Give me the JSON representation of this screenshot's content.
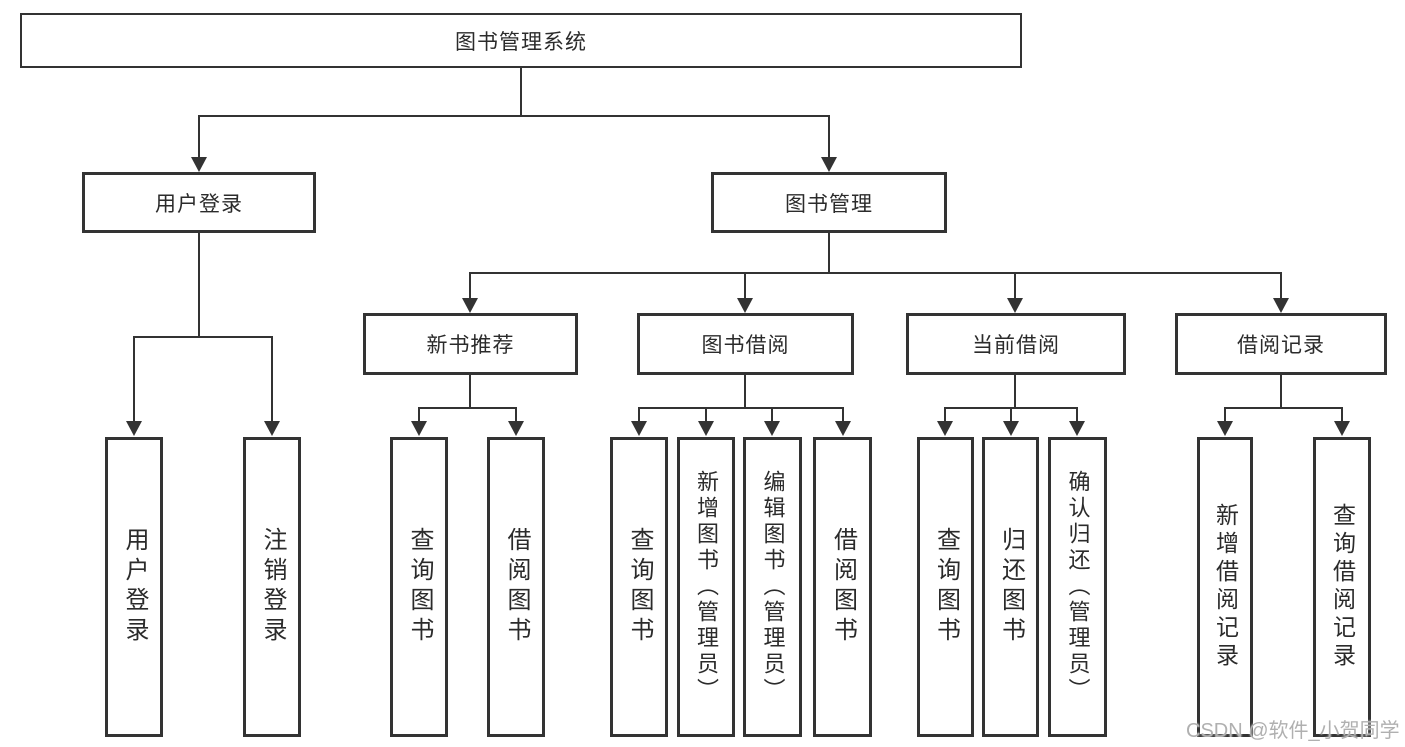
{
  "diagram": {
    "type": "tree-structure-chart",
    "root": {
      "label": "图书管理系统"
    },
    "level2": [
      {
        "id": "user-login",
        "label": "用户登录",
        "parent": "图书管理系统",
        "children": [
          "用户登录",
          "注销登录"
        ]
      },
      {
        "id": "book-management",
        "label": "图书管理",
        "parent": "图书管理系统",
        "children": [
          "新书推荐",
          "图书借阅",
          "当前借阅",
          "借阅记录"
        ]
      }
    ],
    "level3": [
      {
        "id": "new-book-recommend",
        "label": "新书推荐",
        "parent": "图书管理",
        "children": [
          "查询图书",
          "借阅图书"
        ]
      },
      {
        "id": "book-borrowing",
        "label": "图书借阅",
        "parent": "图书管理",
        "children": [
          "查询图书",
          "新增图书（管理员）",
          "编辑图书（管理员）",
          "借阅图书"
        ]
      },
      {
        "id": "current-borrowing",
        "label": "当前借阅",
        "parent": "图书管理",
        "children": [
          "查询图书",
          "归还图书",
          "确认归还（管理员）"
        ]
      },
      {
        "id": "borrowing-records",
        "label": "借阅记录",
        "parent": "图书管理",
        "children": [
          "新增借阅记录",
          "查询借阅记录"
        ]
      }
    ],
    "leaves": [
      {
        "label": "用户登录",
        "parent": "用户登录"
      },
      {
        "label": "注销登录",
        "parent": "用户登录"
      },
      {
        "label": "查询图书",
        "parent": "新书推荐"
      },
      {
        "label": "借阅图书",
        "parent": "新书推荐"
      },
      {
        "label": "查询图书",
        "parent": "图书借阅"
      },
      {
        "label": "新增图书（管理员）",
        "parent": "图书借阅"
      },
      {
        "label": "编辑图书（管理员）",
        "parent": "图书借阅"
      },
      {
        "label": "借阅图书",
        "parent": "图书借阅"
      },
      {
        "label": "查询图书",
        "parent": "当前借阅"
      },
      {
        "label": "归还图书",
        "parent": "当前借阅"
      },
      {
        "label": "确认归还（管理员）",
        "parent": "当前借阅"
      },
      {
        "label": "新增借阅记录",
        "parent": "借阅记录"
      },
      {
        "label": "查询借阅记录",
        "parent": "借阅记录"
      }
    ],
    "colors": {
      "line": "#333333",
      "border": "#333333",
      "text": "#2b2b2b",
      "background": "#ffffff",
      "watermark": "#b0b0b0"
    },
    "watermark": "CSDN @软件_小贺同学"
  }
}
